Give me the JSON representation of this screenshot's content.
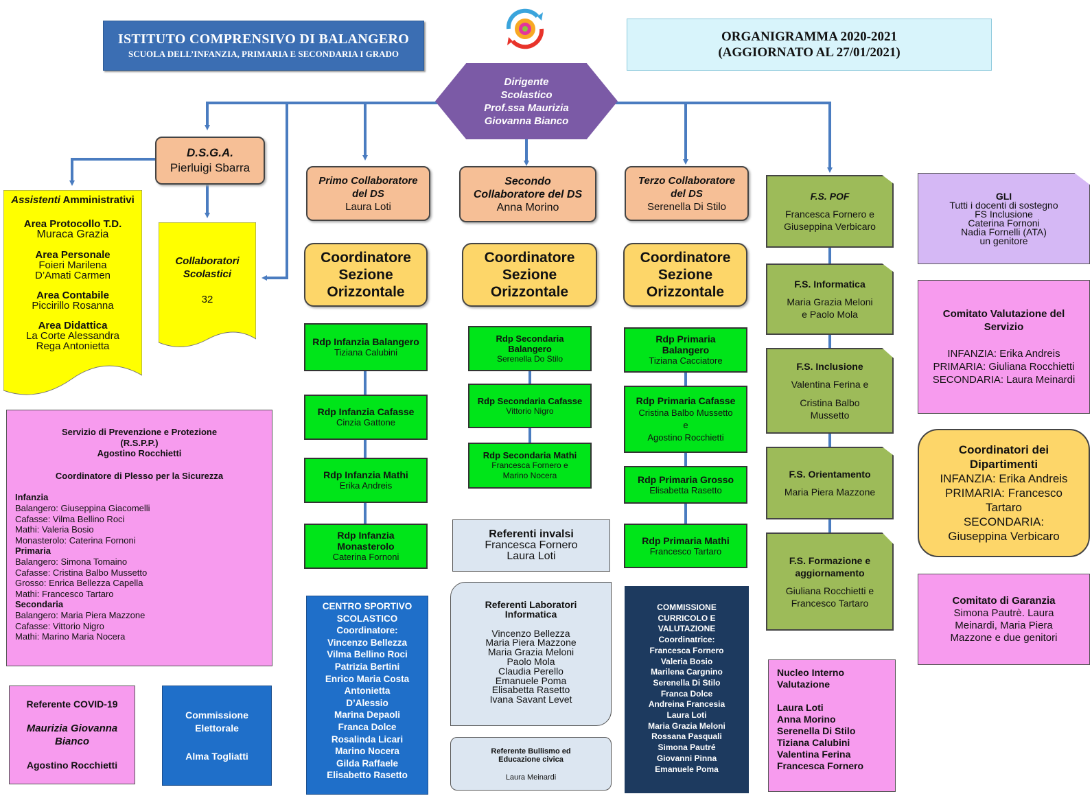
{
  "header": {
    "school_name": "ISTITUTO COMPRENSIVO DI BALANGERO",
    "school_sub": "SCUOLA DELL’INFANZIA, PRIMARIA E SECONDARIA I GRADO",
    "title_line1": "ORGANIGRAMMA 2020-2021",
    "title_line2": "(AGGIORNATO AL 27/01/2021)"
  },
  "logo": {
    "icon": "swirl-logo-icon",
    "colors": [
      "#e8332a",
      "#f7a823",
      "#3aa4dc",
      "#8dc63f"
    ]
  },
  "dirigente": [
    "Dirigente",
    "Scolastico",
    "Prof.ssa Maurizia",
    "Giovanna Bianco"
  ],
  "dsga": {
    "title": "D.S.G.A.",
    "name": "Pierluigi Sbarra"
  },
  "assistenti": {
    "title_italic": "Assistenti",
    "title_rest": " Amministrativi",
    "areas": [
      {
        "label": "Area Protocollo T.D.",
        "names": [
          "Muraca Grazia"
        ]
      },
      {
        "label": "Area Personale",
        "names": [
          "Foieri Marilena",
          "D’Amati Carmen"
        ]
      },
      {
        "label": "Area Contabile",
        "names": [
          "Piccirillo Rosanna"
        ]
      },
      {
        "label": "Area Didattica",
        "names": [
          "La Corte Alessandra",
          "Rega Antonietta"
        ]
      }
    ]
  },
  "collaboratori_scolastici": {
    "line1": "Collaboratori",
    "line2": "Scolastici",
    "count": "32"
  },
  "collaboratori": [
    {
      "title1": "Primo Collaboratore",
      "title2": "del DS",
      "name": "Laura Loti"
    },
    {
      "title1": "Secondo",
      "title2": "Collaboratore del DS",
      "name": "Anna Morino"
    },
    {
      "title1": "Terzo Collaboratore",
      "title2": "del DS",
      "name": "Serenella Di Stilo"
    }
  ],
  "coordinatore": [
    "Coordinatore",
    "Sezione",
    "Orizzontale"
  ],
  "rdp_col1": [
    {
      "title": [
        "Rdp Infanzia Balangero"
      ],
      "names": [
        "Tiziana Calubini"
      ]
    },
    {
      "title": [
        "Rdp Infanzia Cafasse"
      ],
      "names": [
        "Cinzia Gattone"
      ]
    },
    {
      "title": [
        "Rdp Infanzia Mathi"
      ],
      "names": [
        "Erika Andreis"
      ]
    },
    {
      "title": [
        "Rdp Infanzia",
        "Monasterolo"
      ],
      "names": [
        "Caterina Fornoni"
      ]
    }
  ],
  "rdp_col2": [
    {
      "title": [
        "Rdp Secondaria",
        "Balangero"
      ],
      "names": [
        "Serenella Do Stilo"
      ]
    },
    {
      "title": [
        "Rdp Secondaria Cafasse"
      ],
      "names": [
        "Vittorio Nigro"
      ]
    },
    {
      "title": [
        "Rdp Secondaria Mathi"
      ],
      "names": [
        "Francesca Fornero e",
        "Marino Nocera"
      ]
    }
  ],
  "rdp_col3": [
    {
      "title": [
        "Rdp Primaria",
        "Balangero"
      ],
      "names": [
        "Tiziana Cacciatore"
      ]
    },
    {
      "title": [
        "Rdp Primaria Cafasse"
      ],
      "names": [
        "Cristina Balbo Mussetto",
        "e",
        "Agostino Rocchietti"
      ]
    },
    {
      "title": [
        "Rdp Primaria Grosso"
      ],
      "names": [
        "Elisabetta Rasetto"
      ]
    },
    {
      "title": [
        "Rdp Primaria Mathi"
      ],
      "names": [
        "Francesco Tartaro"
      ]
    }
  ],
  "fs": [
    {
      "title": "F.S. POF",
      "names": [
        "Francesca Fornero e",
        "Giuseppina Verbicaro"
      ]
    },
    {
      "title": "F.S. Informatica",
      "names": [
        "Maria Grazia Meloni",
        "e Paolo Mola"
      ]
    },
    {
      "title": "F.S. Inclusione",
      "names": [
        "Valentina Ferina e",
        "",
        "Cristina Balbo",
        "Mussetto"
      ]
    },
    {
      "title": "F.S. Orientamento",
      "names": [
        "Maria Piera Mazzone"
      ]
    },
    {
      "title": "F.S. Formazione e",
      "title2": "aggiornamento",
      "names": [
        "Giuliana Rocchietti e",
        "Francesco Tartaro"
      ]
    }
  ],
  "gli": {
    "title": "GLI",
    "lines": [
      "Tutti i docenti di sostegno",
      "FS Inclusione",
      "Caterina Fornoni",
      "Nadia Fornelli (ATA)",
      "un genitore"
    ]
  },
  "comitato_valutazione": {
    "title": [
      "Comitato Valutazione del",
      "Servizio"
    ],
    "lines": [
      "INFANZIA: Erika Andreis",
      "PRIMARIA: Giuliana Rocchietti",
      "SECONDARIA: Laura Meinardi"
    ]
  },
  "coordinatori_dipartimenti": {
    "title": [
      "Coordinatori dei",
      "Dipartimenti"
    ],
    "lines": [
      "INFANZIA: Erika Andreis",
      "PRIMARIA: Francesco",
      "Tartaro",
      "SECONDARIA:",
      "Giuseppina Verbicaro"
    ]
  },
  "comitato_garanzia": {
    "title": "Comitato di Garanzia",
    "lines": [
      "Simona Pautrè. Laura",
      "Meinardi, Maria Piera",
      "Mazzone e due genitori"
    ]
  },
  "rspp": {
    "title": [
      "Servizio di Prevenzione e Protezione",
      "(R.S.P.P.)",
      "Agostino Rocchietti"
    ],
    "subtitle": "Coordinatore di Plesso per la Sicurezza",
    "sections": [
      {
        "head": "Infanzia",
        "items": [
          "Balangero: Giuseppina Giacomelli",
          "Cafasse: Vilma Bellino Roci",
          "Mathi: Valeria Bosio",
          "Monasterolo: Caterina Fornoni"
        ]
      },
      {
        "head": "Primaria",
        "items": [
          "Balangero: Simona Tomaino",
          "Cafasse: Cristina Balbo Mussetto",
          "Grosso: Enrica Bellezza Capella",
          "Mathi: Francesco Tartaro"
        ]
      },
      {
        "head": "Secondaria",
        "items": [
          "Balangero: Maria Piera Mazzone",
          "Cafasse: Vittorio Nigro",
          "Mathi: Marino Maria Nocera"
        ]
      }
    ]
  },
  "covid": {
    "title": "Referente COVID-19",
    "name_italic": [
      "Maurizia Giovanna",
      "Bianco"
    ],
    "name2": "Agostino Rocchietti"
  },
  "commissione_elettorale": {
    "title": [
      "Commissione",
      "Elettorale"
    ],
    "name": "Alma Togliatti"
  },
  "centro_sportivo": [
    "CENTRO SPORTIVO",
    "SCOLASTICO",
    "Coordinatore:",
    "Vincenzo Bellezza",
    "Vilma Bellino Roci",
    "Patrizia Bertini",
    "Enrico Maria Costa",
    "Antonietta",
    "D’Alessio",
    "Marina Depaoli",
    "Franca Dolce",
    "Rosalinda Licari",
    "Marino Nocera",
    "Gilda Raffaele",
    "Elisabetto Rasetto"
  ],
  "invalsi": {
    "title": "Referenti invalsi",
    "names": [
      "Francesca Fornero",
      "Laura Loti"
    ]
  },
  "laboratori": {
    "title": [
      "Referenti Laboratori",
      "Informatica"
    ],
    "names": [
      "Vincenzo Bellezza",
      "Maria Piera Mazzone",
      "Maria Grazia Meloni",
      "Paolo Mola",
      "Claudia Perello",
      "Emanuele Poma",
      "Elisabetta Rasetto",
      "Ivana Savant Levet"
    ]
  },
  "bullismo": {
    "title": [
      "Referente Bullismo ed",
      "Educazione civica"
    ],
    "name": "Laura Meinardi"
  },
  "commissione_curricolo": [
    "COMMISSIONE",
    "CURRICOLO E",
    "VALUTAZIONE",
    "Coordinatrice:",
    "Francesca Fornero",
    "Valeria Bosio",
    "Marilena Cargnino",
    "Serenella Di Stilo",
    "Franca Dolce",
    "Andreina Francesia",
    "Laura Loti",
    "Maria Grazia Meloni",
    "Rossana Pasquali",
    "Simona Pautré",
    "Giovanni Pinna",
    "Emanuele Poma"
  ],
  "niv": {
    "title": [
      "Nucleo Interno",
      "Valutazione"
    ],
    "names": [
      "Laura Loti",
      "Anna Morino",
      "Serenella Di Stilo",
      "Tiziana Calubini",
      "Valentina Ferina",
      "Francesca Fornero"
    ]
  }
}
